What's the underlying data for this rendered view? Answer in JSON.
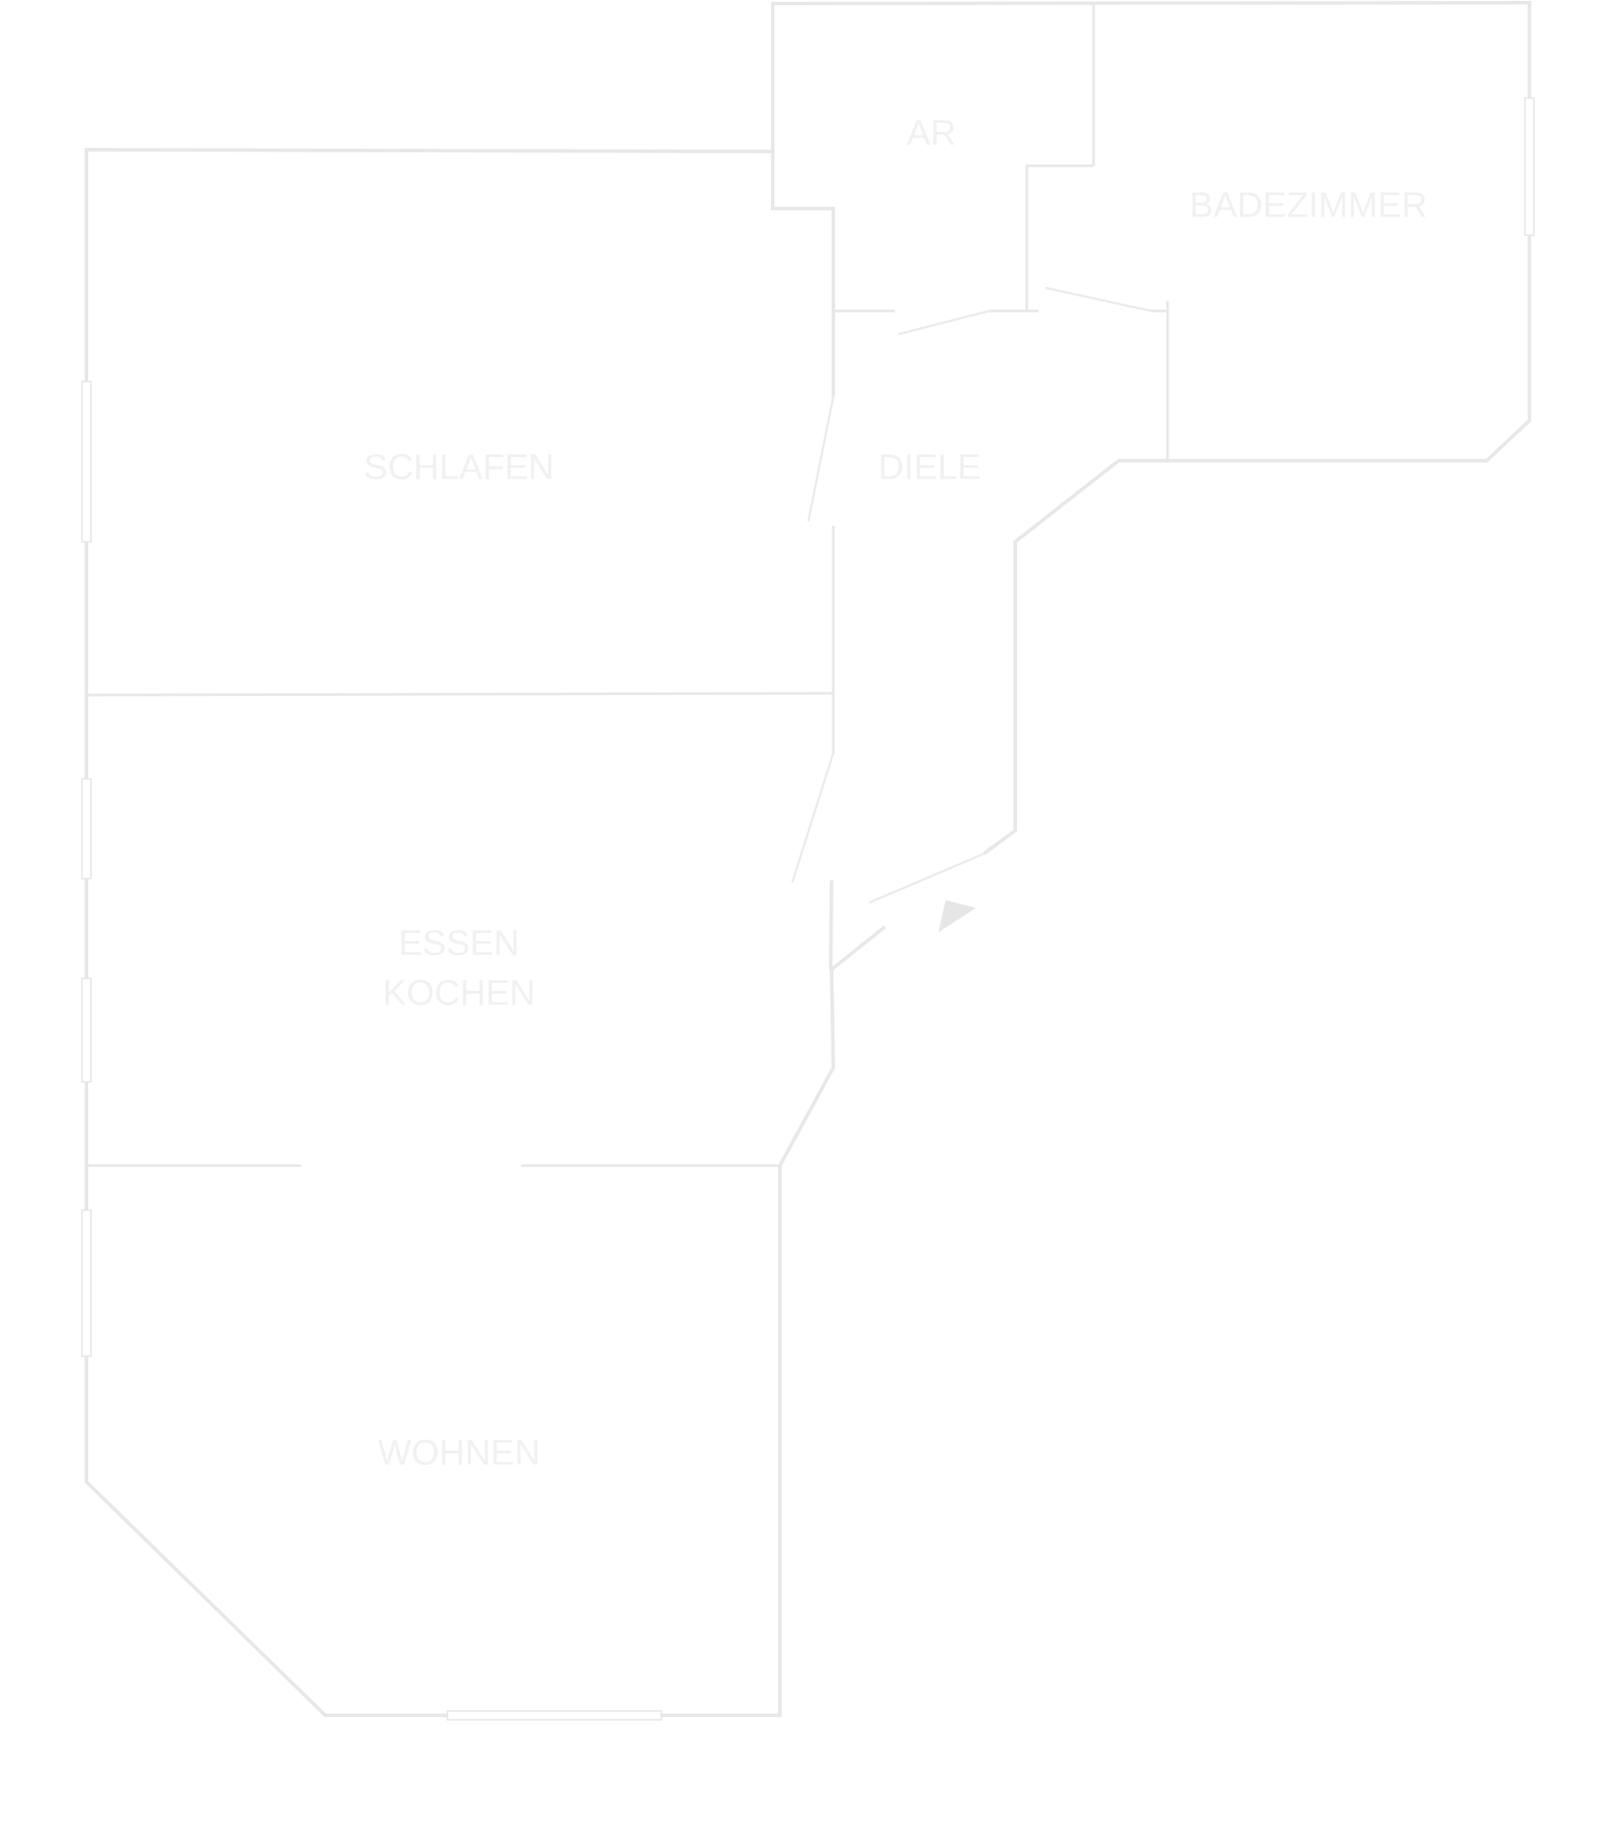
{
  "rooms": {
    "ar": "AR",
    "badezimmer": "BADEZIMMER",
    "schlafen": "SCHLAFEN",
    "diele": "DIELE",
    "essen_kochen_line1": "ESSEN",
    "essen_kochen_line2": "KOCHEN",
    "wohnen": "WOHNEN"
  },
  "colors": {
    "wall": "#e8e8e8",
    "door": "#ebebeb",
    "window_fill": "#ffffff",
    "window_stroke": "#e6e6e6",
    "label": "#f1f1f1",
    "entrance_marker": "#e6e6e6",
    "background": "#ffffff"
  },
  "icons": {
    "entrance": "entrance-arrow-icon"
  }
}
